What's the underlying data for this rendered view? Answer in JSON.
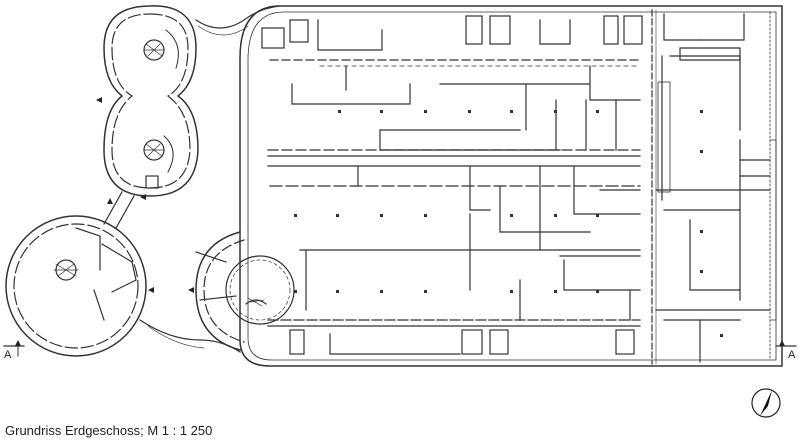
{
  "drawing": {
    "title": "Grundriss Erdgeschoss; M 1 : 1 250",
    "section_marker_left": "A",
    "section_marker_right": "A",
    "north_arrow": "north-arrow-icon",
    "stroke_color": "#333333",
    "background": "#ffffff"
  }
}
